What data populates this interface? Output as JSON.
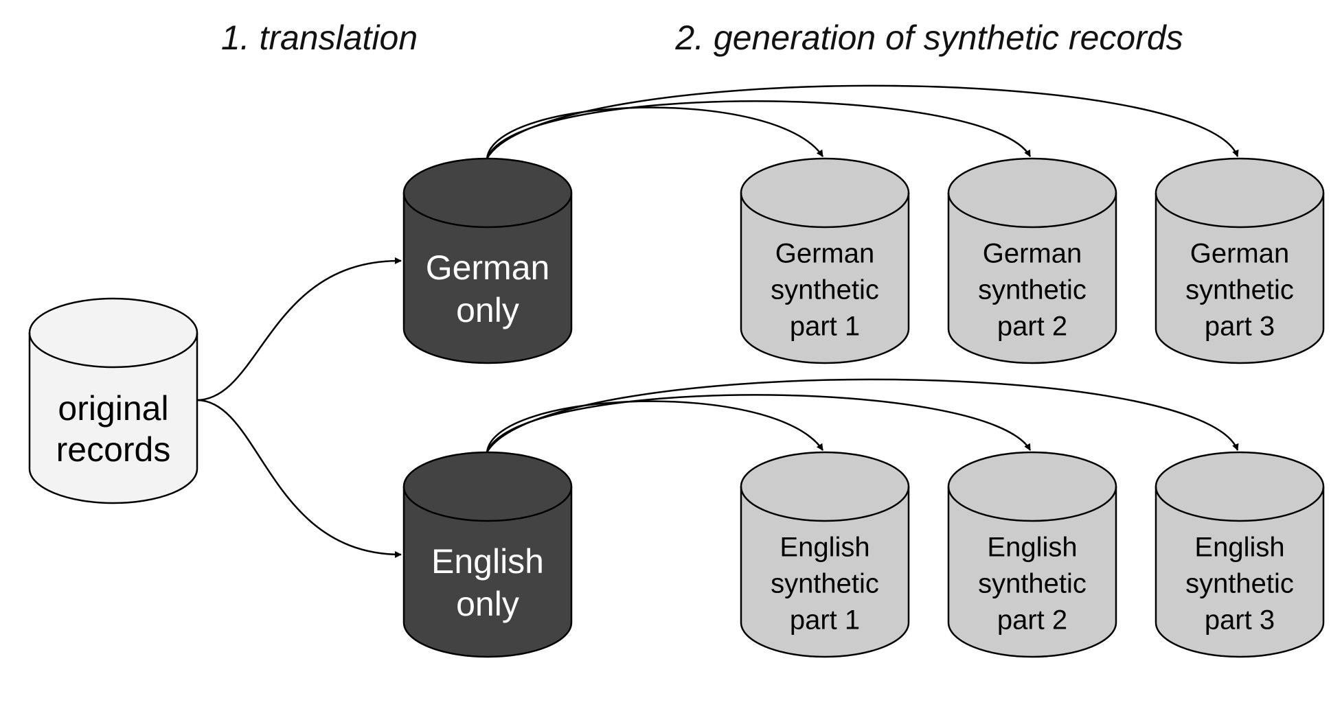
{
  "headings": {
    "translation": "1. translation",
    "generation": "2. generation of synthetic records"
  },
  "colors": {
    "original_fill": "#f3f3f3",
    "translated_fill": "#434343",
    "synthetic_fill": "#cccccc",
    "outline": "#000000",
    "light_text": "#ffffff",
    "dark_text": "#000000"
  },
  "nodes": {
    "original": {
      "lines": [
        "original",
        "records"
      ]
    },
    "german": {
      "lines": [
        "German",
        "only"
      ]
    },
    "english": {
      "lines": [
        "English",
        "only"
      ]
    },
    "german_synthetic": [
      {
        "lines": [
          "German",
          "synthetic",
          "part 1"
        ]
      },
      {
        "lines": [
          "German",
          "synthetic",
          "part 2"
        ]
      },
      {
        "lines": [
          "German",
          "synthetic",
          "part 3"
        ]
      }
    ],
    "english_synthetic": [
      {
        "lines": [
          "English",
          "synthetic",
          "part 1"
        ]
      },
      {
        "lines": [
          "English",
          "synthetic",
          "part 2"
        ]
      },
      {
        "lines": [
          "English",
          "synthetic",
          "part 3"
        ]
      }
    ]
  }
}
